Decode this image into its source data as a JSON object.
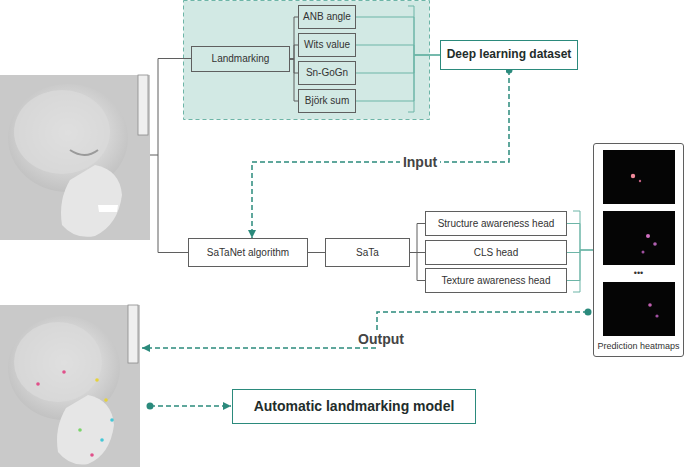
{
  "diagram": {
    "nodes": [
      {
        "text": [
          "Landmarking"
        ]
      },
      {
        "text": [
          "ANB angle"
        ]
      },
      {
        "text": [
          "Wits value"
        ]
      },
      {
        "text": [
          "Sn-GoGn"
        ]
      },
      {
        "text": [
          "Björk sum"
        ]
      },
      {
        "text": [
          "Deep learning dataset"
        ]
      },
      {
        "text": [
          "SaTaNet algorithm"
        ]
      },
      {
        "text": [
          "SaTa"
        ]
      },
      {
        "text": [
          "Structure awareness head"
        ]
      },
      {
        "text": [
          "CLS head"
        ]
      },
      {
        "text": [
          "Texture awareness head"
        ]
      },
      {
        "text": [
          "Prediction heatmaps"
        ]
      },
      {
        "text": [
          "Automatic landmarking model"
        ]
      }
    ],
    "edges": [
      {
        "from": 0,
        "to": 1,
        "arrow": "none"
      },
      {
        "from": 0,
        "to": 2,
        "arrow": "none"
      },
      {
        "from": 0,
        "to": 3,
        "arrow": "none"
      },
      {
        "from": 0,
        "to": 4,
        "arrow": "none"
      },
      {
        "from": 1,
        "to": 5,
        "arrow": "none"
      },
      {
        "from": 2,
        "to": 5,
        "arrow": "none"
      },
      {
        "from": 3,
        "to": 5,
        "arrow": "none"
      },
      {
        "from": 4,
        "to": 5,
        "arrow": "none"
      },
      {
        "from": 5,
        "to": 6,
        "label": "Input",
        "arrow": "to"
      },
      {
        "from": 6,
        "to": 7,
        "arrow": "none"
      },
      {
        "from": 7,
        "to": 8,
        "arrow": "none"
      },
      {
        "from": 7,
        "to": 9,
        "arrow": "none"
      },
      {
        "from": 7,
        "to": 10,
        "arrow": "none"
      },
      {
        "from": 8,
        "to": 11,
        "arrow": "none"
      },
      {
        "from": 9,
        "to": 11,
        "arrow": "none"
      },
      {
        "from": 10,
        "to": 11,
        "arrow": "none"
      }
    ],
    "labels": [
      "Output",
      "•••"
    ]
  }
}
